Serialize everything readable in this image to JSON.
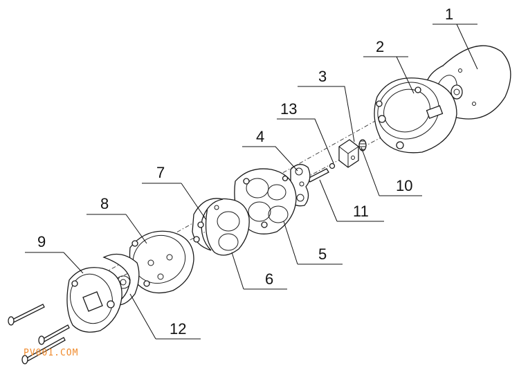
{
  "callouts": [
    {
      "id": "1",
      "text": "1"
    },
    {
      "id": "2",
      "text": "2"
    },
    {
      "id": "3",
      "text": "3"
    },
    {
      "id": "4",
      "text": "4"
    },
    {
      "id": "5",
      "text": "5"
    },
    {
      "id": "6",
      "text": "6"
    },
    {
      "id": "7",
      "text": "7"
    },
    {
      "id": "8",
      "text": "8"
    },
    {
      "id": "9",
      "text": "9"
    },
    {
      "id": "10",
      "text": "10"
    },
    {
      "id": "11",
      "text": "11"
    },
    {
      "id": "12",
      "text": "12"
    },
    {
      "id": "13",
      "text": "13"
    }
  ],
  "watermark": "PV001.COM",
  "colors": {
    "line": "#1a1a1a",
    "watermark": "#f08a2c"
  }
}
